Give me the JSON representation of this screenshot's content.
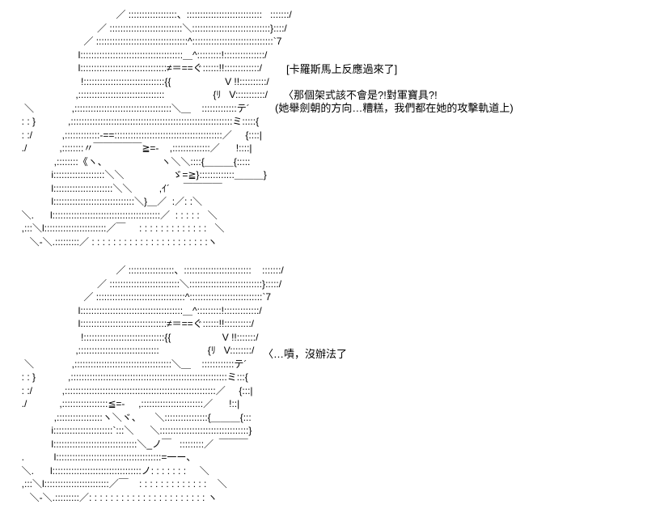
{
  "panel1": {
    "art": [
      "                                           ／ ::::::::::::::::::、::::::::::::::::::::::::::::   :::::::/",
      "                                    ／ :::::::::::::::::::::::::::＼:::::::::::::::::::::::::::::}::::/",
      "                               ／ ::::::::::::::::::::::::::::::::::^::::::::::::::::::::::::::::::`7",
      "                             l::::::::::::::::::::::::::::::::::::::＿^:::::::::!:::::::::::::::/",
      "                             l::::::::::::::::::::::::::::::::≠＝==ぐ::::::!!:::::::::::::/",
      "                              !::::::::::::::::::::::::::::::{{                    V !!::::::::::/",
      "                            ,::::::::::::::::::::::::::::::::                  {ﾘ   V:::::::::::/",
      "         ＼              ,::::::::::::::::::::::::::::::::::::＼＿    :::::::::::::テ´",
      "        : : }            ,::::::::::::::::::::::::::::::::::::::::::::::::::::::::::::ミ:::::{",
      "        : :/           ,:::::::::::::-==::::::::::::::::::::::::::::::::::::::::／     {::::|",
      "        ./            ,::::::::〃￣￣￣￣￣≧=-    ,::::::::::::::／      !::::|",
      "                    ,::::::::《ヽ、                    ヽ＼＼::::{＿＿＿{:::::",
      "                   i:::::::::::::::::::＼＼                  ゞ=≧}:::::::::::::＿＿＿}",
      "                   l::::::::::::::::::::::＼＼          ,ｲ´     ￣￣￣￣",
      "                   l::::::::::::::::::::::::::::::＼}＿／  :／: :＼",
      "        ＼.      l::::::::::::::::::::::::::::::::::::::::／  : : : : :   ＼",
      "        ,:::＼l:::::::::::::::::::::::／￣     : : : : : : : : : : : : :   ＼",
      "           ＼-＼.:::::::::／ : : : : : : : : : : : : : : : : : : : : : :ヽ"
    ],
    "caption": "[卡羅斯馬上反應過來了]",
    "line1": "〈那個架式該不會是?!對軍寶具?!",
    "line2": "(她舉劍朝的方向…糟糕，我們都在她的攻擊軌道上)"
  },
  "panel2": {
    "art": [
      "                                           ／ :::::::::::::::::、:::::::::::::::::::::::::    :::::::/",
      "                                    ／ ::::::::::::::::::::::::::＼:::::::::::::::::::::::::::}:::::/",
      "                               ／ :::::::::::::::::::::::::::::::::^:::::::::::::::::::::::::::`7",
      "                             l::::::::::::::::::::::::::::::::::::::＿^:::::::::!:::::::::::::/",
      "                             l::::::::::::::::::::::::::::::::≠＝==ぐ::::::!!::::::::::/",
      "                              !::::::::::::::::::::::::::::::{{                   V !!:::::::/",
      "                            ,::::::::::::::::::::::::::::::                  {ﾘ   V::::::::/",
      "         ＼              ,::::::::::::::::::::::::::::::::::::＼＿    ::::::::::::テ´",
      "        : : }            ,::::::::::::::::::::::::::::::::::::::::::::::::::::::::::ミ:::{",
      "        : :/           ,::::::::::::::::::::::::::::::::::::::::::::::::::::::::／     {:::|",
      "        ./            ,:::::::::::::::::≦=-     ,:::::::::::::::::::::::／      !::|",
      "                    ,:::::::::::::::::ヽ＼ヾ、     ＼::::::::::::::::{＿＿＿{:::",
      "                   i::::::::::::::::::::::`:::＼      ＼:::::::::::::::::::::::::::::::::}",
      "                   l:::::::::::::::::::::::::::::::＼_ノ￣   :::::::::／  ￣￣￣",
      "        .           l:::::::::::::::::::::::::::::::::::::::=一ー、",
      "        ＼.      l:::::::::::::::::::::::::::::::::ノ: : : : : : :     ＼",
      "        ,:::＼l::::::::::::::::::::::::／￣    : : : : : : : : : : : : :    ＼",
      "           ＼-＼.:::::::::／: : : : : : : : : : : : : : : : : : : : : : ヽ"
    ],
    "line1": "〈…嘖，沒辦法了"
  }
}
